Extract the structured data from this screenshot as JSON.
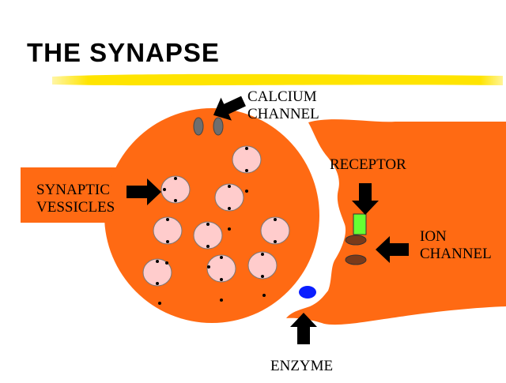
{
  "title": "THE SYNAPSE",
  "labels": {
    "calcium_channel": [
      "CALCIUM",
      "CHANNEL"
    ],
    "synaptic_vesicles": [
      "SYNAPTIC",
      "VESSICLES"
    ],
    "receptor": "RECEPTOR",
    "ion_channel": [
      "ION",
      "CHANNEL"
    ],
    "enzyme": "ENZYME"
  },
  "colors": {
    "neuron": "#FF6A13",
    "vesicle": "#FFCCCC",
    "underline": "#FFE400",
    "receptor": "#66FF33",
    "ion_channel": "#7A3A1A",
    "calcium_channel": "#6E6E6E",
    "enzyme": "#0A1EFF",
    "arrow": "#000000"
  }
}
